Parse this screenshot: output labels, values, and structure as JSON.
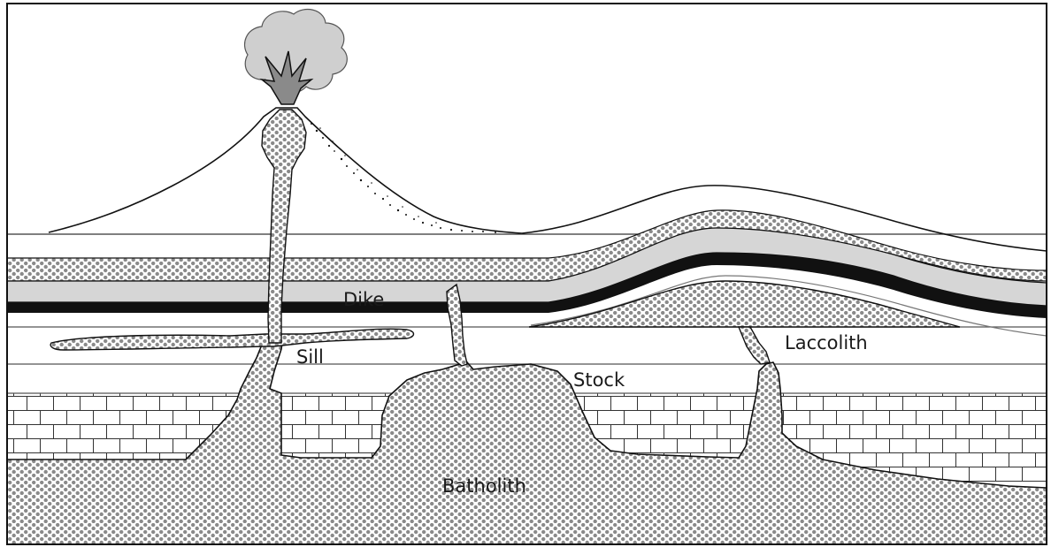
{
  "labels": {
    "dike": "Dike",
    "sill": "Sill",
    "stock": "Stock",
    "laccolith": "Laccolith",
    "batholith": "Batholith"
  },
  "colors": {
    "magma_dot": "#8a8a8a",
    "light_band": "#d6d6d6",
    "dark_band": "#111111",
    "ash_cloud": "#cfcfcf",
    "outline": "#111111",
    "background": "#ffffff"
  },
  "icons": {
    "eruption": "eruption-burst-icon",
    "ash_cloud": "ash-cloud-icon"
  }
}
